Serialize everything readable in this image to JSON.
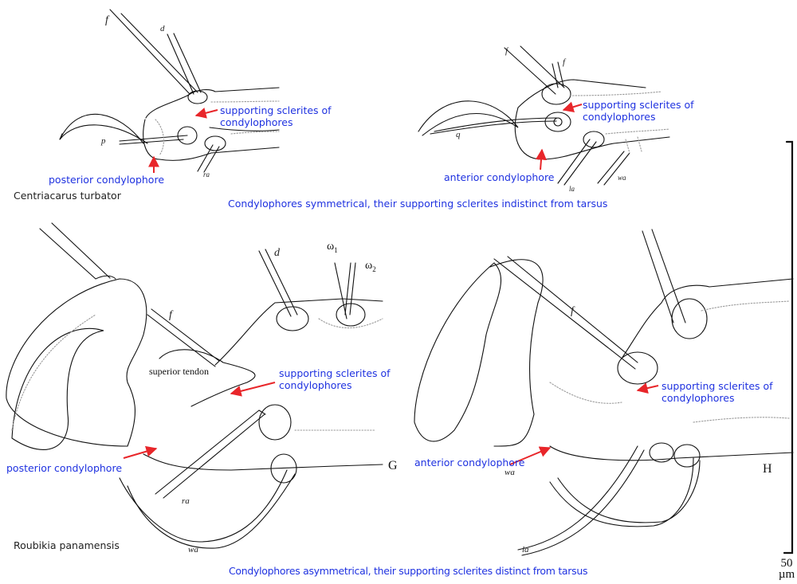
{
  "figure": {
    "top_row": {
      "species": "Centriacarus turbator",
      "caption": "Condylophores symmetrical, their supporting sclerites indistinct from tarsus",
      "left_panel": {
        "setae": [
          "f",
          "d",
          "p",
          "ra"
        ],
        "annotations": {
          "sclerites": "supporting sclerites of condylophores",
          "condylophore": "posterior condylophore"
        }
      },
      "right_panel": {
        "setae": [
          "f",
          "f",
          "q",
          "la",
          "wa"
        ],
        "annotations": {
          "sclerites": "supporting sclerites of condylophores",
          "condylophore": "anterior condylophore"
        }
      }
    },
    "bottom_row": {
      "species": "Roubikia panamensis",
      "caption": "Condylophores asymmetrical, their supporting sclerites distinct from tarsus",
      "panel_g": {
        "letter": "G",
        "setae": [
          "d",
          "ω1",
          "ω2",
          "f",
          "ra",
          "wa"
        ],
        "structure_label": "superior tendon",
        "annotations": {
          "sclerites": "supporting sclerites of condylophores",
          "condylophore": "posterior condylophore"
        }
      },
      "panel_h": {
        "letter": "H",
        "setae": [
          "f",
          "wa",
          "la"
        ],
        "annotations": {
          "sclerites": "supporting sclerites of condylophores",
          "condylophore": "anterior condylophore"
        }
      }
    },
    "scale_bar": {
      "value": "50",
      "unit": "µm"
    },
    "colors": {
      "annotation": "#1f32e0",
      "arrow": "#e8262a",
      "ink": "#111111"
    },
    "labels": {
      "sc_line1": "supporting sclerites of",
      "sc_line2": "condylophores",
      "omega1_base": "ω",
      "omega1_sub": "1",
      "omega2_base": "ω",
      "omega2_sub": "2"
    }
  }
}
